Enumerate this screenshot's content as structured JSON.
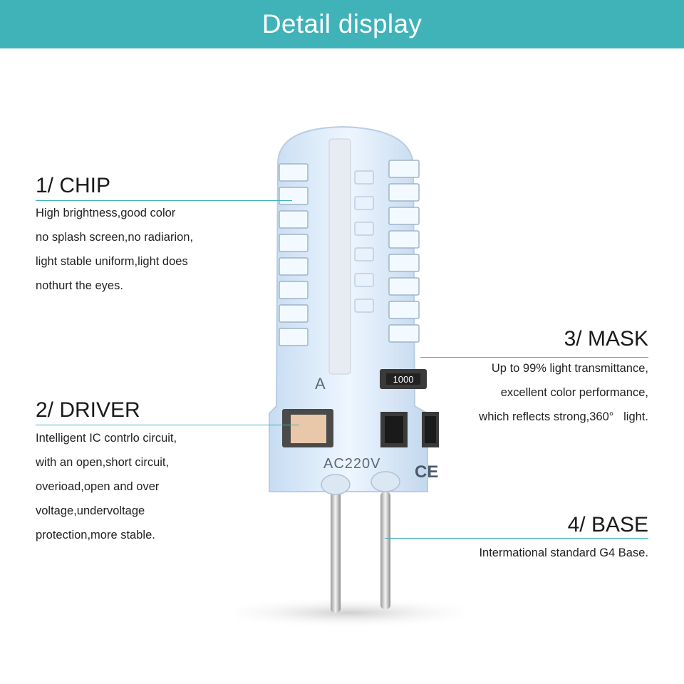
{
  "header": {
    "title": "Detail display"
  },
  "colors": {
    "header_bg": "#3fb3b8",
    "leader_line": "#3fb3b8",
    "led": "#e9f7ff",
    "pcb": "#f0dcc8",
    "silicone": "#dbeafa"
  },
  "chip": {
    "title": "1/ CHIP",
    "lines": [
      "High brightness,good color",
      "no splash screen,no radiarion,",
      "light stable uniform,light does",
      "nothurt the eyes."
    ]
  },
  "driver": {
    "title": "2/ DRIVER",
    "lines": [
      "Intelligent IC contrlo circuit,",
      "with an open,short circuit,",
      "overioad,open and over",
      "voltage,undervoltage",
      "protection,more stable."
    ]
  },
  "mask": {
    "title": "3/ MASK",
    "lines": [
      "Up to 99% light transmittance,",
      "excellent color performance,",
      "which reflects strong,360°   light."
    ]
  },
  "base": {
    "title": "4/ BASE",
    "lines": [
      "Intermational standard G4 Base."
    ]
  },
  "product": {
    "body_marking": "A",
    "resistor_marking": "1000",
    "voltage_marking": "AC220V",
    "cert_marking": "CE"
  }
}
